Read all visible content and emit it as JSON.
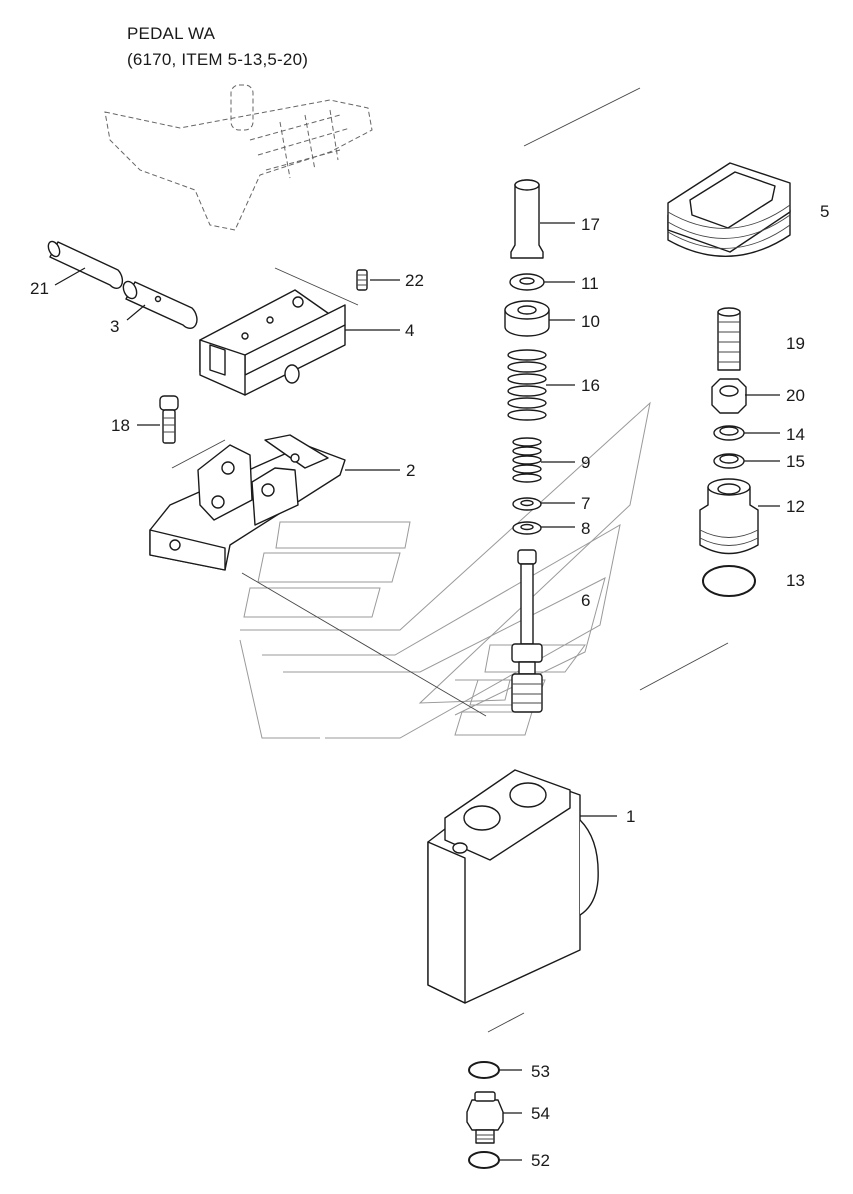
{
  "diagram": {
    "title_line1": "PEDAL WA",
    "title_line2": "(6170, ITEM 5-13,5-20)"
  },
  "callouts": {
    "c1": "1",
    "c2": "2",
    "c3": "3",
    "c4": "4",
    "c5": "5",
    "c6": "6",
    "c7": "7",
    "c8": "8",
    "c9": "9",
    "c10": "10",
    "c11": "11",
    "c12": "12",
    "c13": "13",
    "c14": "14",
    "c15": "15",
    "c16": "16",
    "c17": "17",
    "c18": "18",
    "c19": "19",
    "c20": "20",
    "c21": "21",
    "c22": "22",
    "c52": "52",
    "c53": "53",
    "c54": "54"
  }
}
